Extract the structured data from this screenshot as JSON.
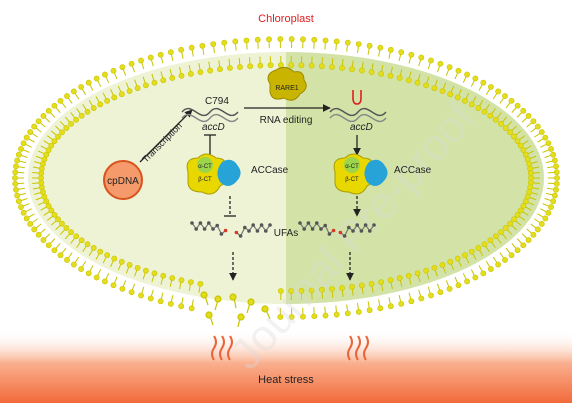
{
  "title": "Chloroplast",
  "cpdna": "cpDNA",
  "transcription": "Transcription",
  "left_gene": {
    "site": "C794",
    "name": "accD"
  },
  "right_gene": {
    "site": "U",
    "name": "accD"
  },
  "enzyme": {
    "name": "RARE1",
    "process": "RNA editing"
  },
  "accase": {
    "alpha": "α-CT",
    "beta": "β-CT",
    "label": "ACCase"
  },
  "ufas": "UFAs",
  "heat": "Heat stress",
  "watermark": "Journal Pre-proof",
  "colors": {
    "title": "#e02020",
    "membrane": "#c8c400",
    "stroma_left": "#eef3d6",
    "stroma_right": "#d3e3a8",
    "cpdna_fill": "#f59a6a",
    "cpdna_stroke": "#d9531e",
    "enzyme": "#c9b400",
    "edited_base": "#e02020",
    "heat": "#f47a4a"
  }
}
